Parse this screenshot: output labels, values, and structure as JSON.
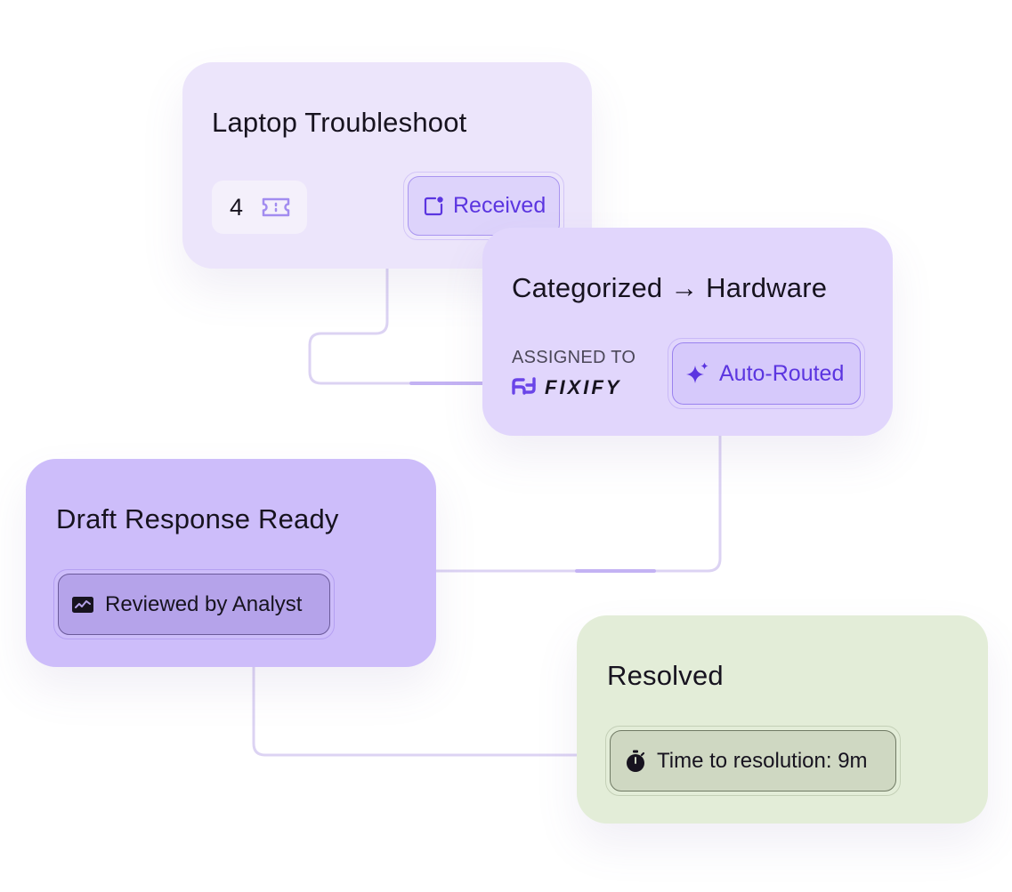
{
  "steps": [
    {
      "title": "Laptop Troubleshoot",
      "count": "4",
      "count_icon": "ticket-icon",
      "status": {
        "label": "Received",
        "icon": "ticket-received-icon"
      }
    },
    {
      "title": "Categorized → Hardware",
      "assigned_label": "ASSIGNED TO",
      "assignee": {
        "name": "FIXIFY",
        "icon": "fixify-logo-icon"
      },
      "status": {
        "label": "Auto-Routed",
        "icon": "sparkle-icon"
      }
    },
    {
      "title": "Draft Response Ready",
      "status": {
        "label": "Reviewed by Analyst",
        "icon": "analytics-check-icon"
      }
    },
    {
      "title": "Resolved",
      "status": {
        "label": "Time to resolution: 9m",
        "icon": "stopwatch-icon"
      }
    }
  ],
  "colors": {
    "card1_bg": "#ece5fb",
    "card2_bg": "#e1d6fc",
    "card3_bg": "#cdbdfa",
    "card4_bg": "#e3edd8",
    "accent": "#5b35e0",
    "connector": "#dcd3f3",
    "connector_highlight": "#c3b2f3"
  }
}
